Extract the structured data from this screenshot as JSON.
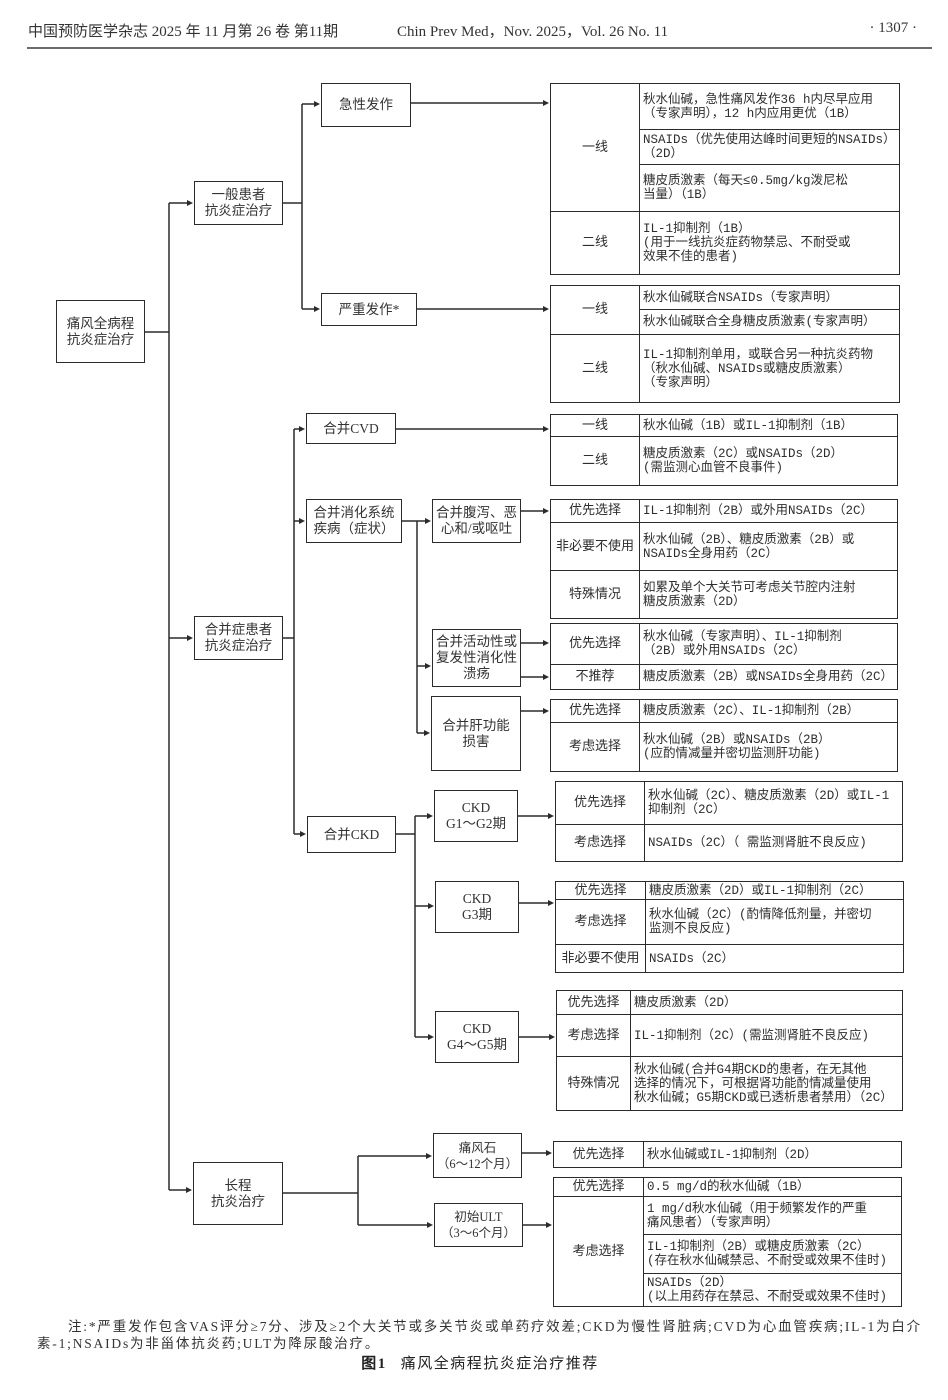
{
  "header": {
    "journal_cn": "中国预防医学杂志 2025 年 11 月第 26 卷 第11期",
    "journal_en": "Chin Prev Med，Nov. 2025，Vol. 26 No. 11",
    "page_number": "· 1307 ·"
  },
  "flowchart": {
    "root": "痛风全病程\n抗炎症治疗",
    "general": {
      "label": "一般患者\n抗炎症治疗",
      "acute": {
        "label": "急性发作",
        "table": [
          {
            "label": "一线",
            "items": [
              "秋水仙碱，急性痛风发作36 h内尽早应用\n（专家声明），12 h内应用更优（1B）",
              "NSAIDs（优先使用达峰时间更短的NSAIDs）\n（2D）",
              "糖皮质激素（每天≤0.5mg/kg泼尼松\n当量）（1B）"
            ]
          },
          {
            "label": "二线",
            "items": [
              "IL-1抑制剂（1B）\n(用于一线抗炎症药物禁忌、不耐受或\n效果不佳的患者)"
            ]
          }
        ]
      },
      "severe": {
        "label": "严重发作*",
        "table": [
          {
            "label": "一线",
            "items": [
              "秋水仙碱联合NSAIDs（专家声明）",
              "秋水仙碱联合全身糖皮质激素(专家声明）"
            ]
          },
          {
            "label": "二线",
            "items": [
              "IL-1抑制剂单用，或联合另一种抗炎药物\n（秋水仙碱、NSAIDs或糖皮质激素）\n（专家声明）"
            ]
          }
        ]
      }
    },
    "comorbid": {
      "label": "合并症患者\n抗炎症治疗",
      "cvd": {
        "label": "合并CVD",
        "table": [
          {
            "label": "一线",
            "items": [
              "秋水仙碱（1B）或IL-1抑制剂（1B）"
            ]
          },
          {
            "label": "二线",
            "items": [
              "糖皮质激素（2C）或NSAIDs（2D）\n(需监测心血管不良事件)"
            ]
          }
        ]
      },
      "digestive": {
        "label": "合并消化系统\n疾病（症状）",
        "nausea": {
          "label": "合并腹泻、恶\n心和/或呕吐",
          "table": [
            {
              "label": "优先选择",
              "items": [
                "IL-1抑制剂（2B）或外用NSAIDs（2C）"
              ]
            },
            {
              "label": "非必要不使用",
              "items": [
                "秋水仙碱（2B）、糖皮质激素（2B）或\nNSAIDs全身用药（2C）"
              ]
            },
            {
              "label": "特殊情况",
              "items": [
                "如累及单个大关节可考虑关节腔内注射\n糖皮质激素（2D）"
              ]
            }
          ]
        },
        "ulcer": {
          "label": "合并活动性或\n复发性消化性\n溃疡",
          "table": [
            {
              "label": "优先选择",
              "items": [
                "秋水仙碱（专家声明）、IL-1抑制剂\n（2B）或外用NSAIDs（2C）"
              ]
            },
            {
              "label": "不推荐",
              "items": [
                "糖皮质激素（2B）或NSAIDs全身用药（2C）"
              ]
            }
          ]
        },
        "liver": {
          "label": "合并肝功能\n损害",
          "table": [
            {
              "label": "优先选择",
              "items": [
                "糖皮质激素（2C）、IL-1抑制剂（2B）"
              ]
            },
            {
              "label": "考虑选择",
              "items": [
                "秋水仙碱（2B）或NSAIDs（2B）\n(应酌情减量并密切监测肝功能)"
              ]
            }
          ]
        }
      },
      "ckd": {
        "label": "合并CKD",
        "g1_g2": {
          "label": "CKD\nG1～G2期",
          "table": [
            {
              "label": "优先选择",
              "items": [
                "秋水仙碱（2C）、糖皮质激素（2D）或IL-1\n抑制剂（2C）"
              ]
            },
            {
              "label": "考虑选择",
              "items": [
                "NSAIDs（2C）（ 需监测肾脏不良反应)"
              ]
            }
          ]
        },
        "g3": {
          "label": "CKD\nG3期",
          "table": [
            {
              "label": "优先选择",
              "items": [
                "糖皮质激素（2D）或IL-1抑制剂（2C）"
              ]
            },
            {
              "label": "考虑选择",
              "items": [
                "秋水仙碱（2C）(酌情降低剂量，并密切\n监测不良反应)"
              ]
            },
            {
              "label": "非必要不使用",
              "items": [
                "NSAIDs（2C）"
              ]
            }
          ]
        },
        "g4_g5": {
          "label": "CKD\nG4～G5期",
          "table": [
            {
              "label": "优先选择",
              "items": [
                "糖皮质激素（2D）"
              ]
            },
            {
              "label": "考虑选择",
              "items": [
                "IL-1抑制剂（2C）(需监测肾脏不良反应)"
              ]
            },
            {
              "label": "特殊情况",
              "items": [
                "秋水仙碱(合并G4期CKD的患者，在无其他\n选择的情况下，可根据肾功能酌情减量使用\n秋水仙碱；G5期CKD或已透析患者禁用）（2C）"
              ]
            }
          ]
        }
      }
    },
    "longterm": {
      "label": "长程\n抗炎治疗",
      "tophi": {
        "label": "痛风石\n（6～12个月）",
        "table": [
          {
            "label": "优先选择",
            "items": [
              "秋水仙碱或IL-1抑制剂（2D）"
            ]
          }
        ]
      },
      "ult": {
        "label": "初始ULT\n（3～6个月）",
        "table": [
          {
            "label": "优先选择",
            "items": [
              "0.5 mg/d的秋水仙碱（1B）"
            ]
          },
          {
            "label": "考虑选择",
            "items": [
              "1 mg/d秋水仙碱（用于频繁发作的严重\n痛风患者）（专家声明）",
              "IL-1抑制剂（2B）或糖皮质激素（2C）\n(存在秋水仙碱禁忌、不耐受或效果不佳时)",
              "NSAIDs（2D）\n(以上用药存在禁忌、不耐受或效果不佳时)"
            ]
          }
        ]
      }
    }
  },
  "note": "注:*严重发作包含VAS评分≥7分、涉及≥2个大关节或多关节炎或单药疗效差;CKD为慢性肾脏病;CVD为心血管疾病;IL-1为白介素-1;NSAIDs为非甾体抗炎药;ULT为降尿酸治疗。",
  "caption": {
    "number": "图1",
    "title": "痛风全病程抗炎症治疗推荐"
  }
}
